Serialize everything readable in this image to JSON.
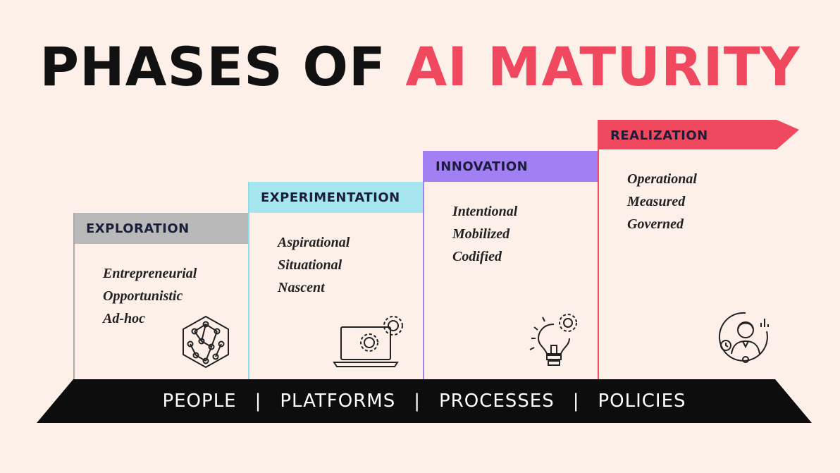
{
  "title": {
    "part1": "PHASES OF",
    "part2": "AI MATURITY"
  },
  "colors": {
    "accent": "#f0485f",
    "exploration": "#b9b9b9",
    "experimentation": "#a6e6ee",
    "innovation": "#a27ff3",
    "realization": "#f0485f",
    "base": "#0d0d0d"
  },
  "phases": [
    {
      "name": "EXPLORATION",
      "traits": [
        "Entrepreneurial",
        "Opportunistic",
        "Ad-hoc"
      ],
      "icon": "network-hexagon-icon"
    },
    {
      "name": "EXPERIMENTATION",
      "traits": [
        "Aspirational",
        "Situational",
        "Nascent"
      ],
      "icon": "laptop-gears-icon"
    },
    {
      "name": "INNOVATION",
      "traits": [
        "Intentional",
        "Mobilized",
        "Codified"
      ],
      "icon": "lightbulb-gear-icon"
    },
    {
      "name": "REALIZATION",
      "traits": [
        "Operational",
        "Measured",
        "Governed"
      ],
      "icon": "person-analytics-icon"
    }
  ],
  "pillars": [
    "PEOPLE",
    "PLATFORMS",
    "PROCESSES",
    "POLICIES"
  ],
  "separator": "|"
}
